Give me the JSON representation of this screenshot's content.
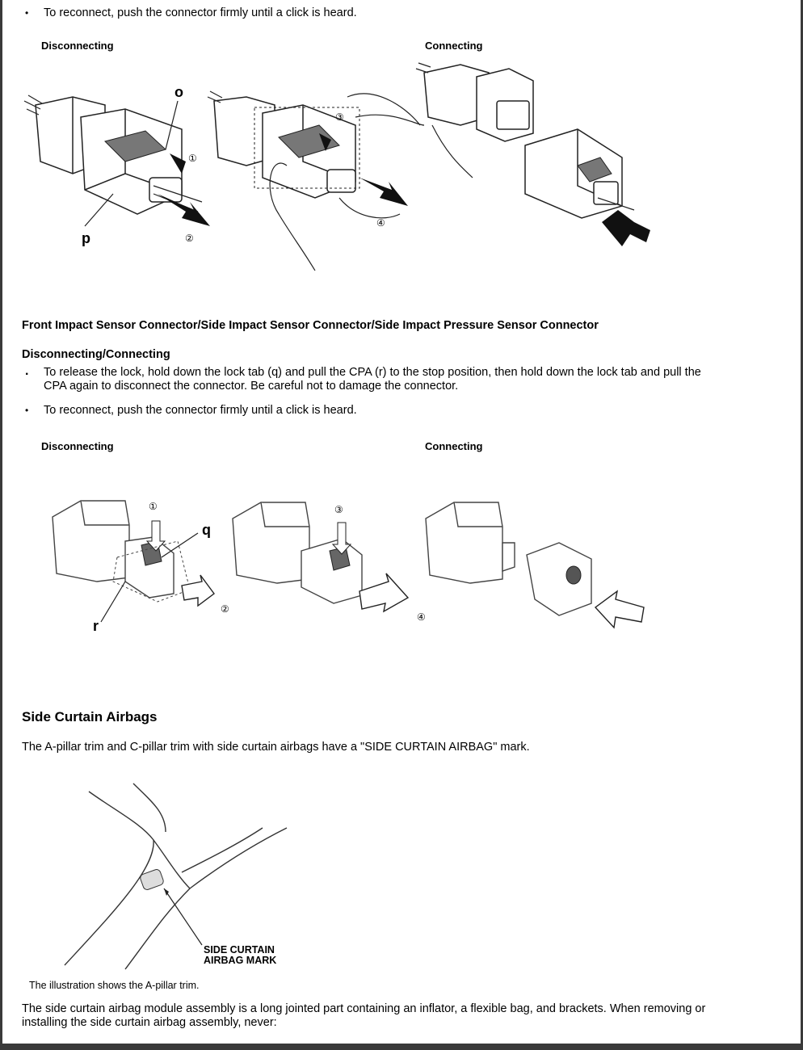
{
  "section1": {
    "bullet_marker": "•",
    "reconnect_text": "To reconnect, push the connector firmly until a click is heard.",
    "disconnecting_label": "Disconnecting",
    "connecting_label": "Connecting",
    "callouts": {
      "o": "o",
      "p": "p"
    },
    "steps": [
      "①",
      "②",
      "③",
      "④"
    ]
  },
  "section2": {
    "heading": "Front Impact Sensor Connector/Side Impact Sensor Connector/Side Impact Pressure Sensor Connector",
    "subheading": "Disconnecting/Connecting",
    "bullet_marker_1": ".",
    "bullet_marker_2": "•",
    "bullet1_line1": "To release the lock, hold down the lock tab (q) and pull the CPA (r) to the stop position, then hold down the lock tab and pull the",
    "bullet1_line2": "CPA again to disconnect the connector. Be careful not to damage the connector.",
    "bullet2": "To reconnect, push the connector firmly until a click is heard.",
    "disconnecting_label": "Disconnecting",
    "connecting_label": "Connecting",
    "callouts": {
      "q": "q",
      "r": "r"
    },
    "steps": [
      "①",
      "②",
      "③",
      "④"
    ]
  },
  "section3": {
    "title": "Side Curtain Airbags",
    "intro": "The A-pillar trim and C-pillar trim with side curtain airbags have a \"SIDE CURTAIN AIRBAG\" mark.",
    "mark_label_line1": "SIDE CURTAIN",
    "mark_label_line2": "AIRBAG MARK",
    "caption": "The illustration shows the A-pillar trim.",
    "closing_line1": "The side curtain airbag module assembly is a long jointed part containing an inflator, a flexible bag, and brackets. When removing or",
    "closing_line2": "installing the side curtain airbag assembly, never:"
  }
}
